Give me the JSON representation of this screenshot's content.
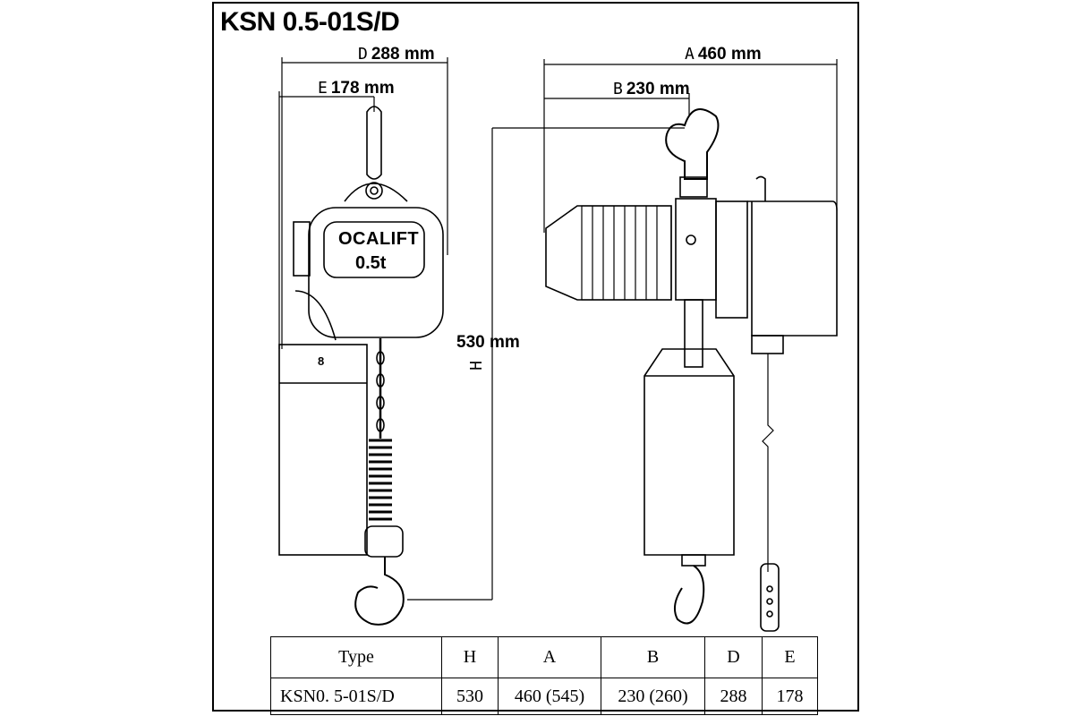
{
  "title": "KSN 0.5-01S/D",
  "dimensions": {
    "D": {
      "letter": "D",
      "value": "288 mm"
    },
    "E": {
      "letter": "E",
      "value": "178 mm"
    },
    "A": {
      "letter": "A",
      "value": "460 mm"
    },
    "B": {
      "letter": "B",
      "value": "230 mm"
    },
    "H": {
      "letter": "H",
      "value": "530 mm"
    }
  },
  "hoist_label": {
    "brand": "OCALIFT",
    "capacity": "0.5t",
    "box_mark": "8"
  },
  "table": {
    "headers": [
      "Type",
      "H",
      "A",
      "B",
      "D",
      "E"
    ],
    "rows": [
      [
        "KSN0. 5-01S/D",
        "530",
        "460 (545)",
        "230 (260)",
        "288",
        "178"
      ]
    ]
  }
}
